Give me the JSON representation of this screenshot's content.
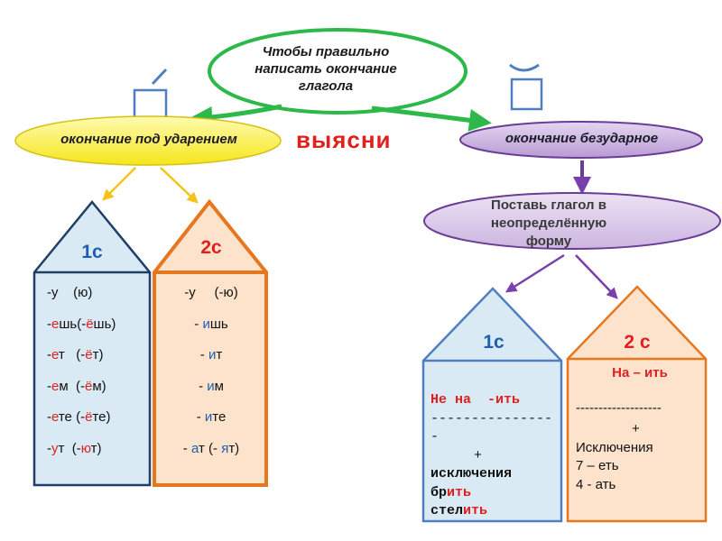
{
  "top_question": [
    "Чтобы правильно",
    "написать окончание",
    "глагола"
  ],
  "left_branch": {
    "label": "окончание под ударением"
  },
  "right_branch": {
    "label": "окончание безударное"
  },
  "center_word": "выясни",
  "step": [
    "Поставь глагол в",
    "неопределённую",
    "форму"
  ],
  "stressed": {
    "c1": {
      "title": "1с",
      "rows": [
        {
          "a": "-у",
          "b": "  (ю)"
        },
        {
          "a": "-ешь",
          "b": "(-ёшь)"
        },
        {
          "a": "-ет",
          "b": "  (-ёт)"
        },
        {
          "a": "-ем",
          "b": "  (-ём)"
        },
        {
          "a": "-ете",
          "b": " (-ёте)"
        },
        {
          "a": "-ут",
          "b": "  (-ют)"
        }
      ]
    },
    "c2": {
      "title": "2с",
      "rows": [
        {
          "a": "-у",
          "b": "   (-ю)"
        },
        {
          "a": "- ишь",
          "b": ""
        },
        {
          "a": "- ит",
          "b": ""
        },
        {
          "a": "- им",
          "b": ""
        },
        {
          "a": "- ите",
          "b": ""
        },
        {
          "a": "- ат",
          "b": "(- ят)"
        }
      ]
    }
  },
  "unstressed": {
    "c1": {
      "title": "1с",
      "rule": "Не на  -ить",
      "dashes": "----------------",
      "plus": "+",
      "exceptions": "исключения",
      "ex1": "брить",
      "ex2": "стелить"
    },
    "c2": {
      "title": "2 с",
      "rule": "На – ить",
      "dashes": "-------------------",
      "plus": "+",
      "exceptions": "Исключения",
      "ex1": "7 – еть",
      "ex2": "4 - ать"
    }
  },
  "colors": {
    "green": "#2db84a",
    "yellow": "#f5e61a",
    "purple": "#6a3d96",
    "blue": "#4f7fc0",
    "orange": "#e6771e",
    "red": "#e02020",
    "house1_fill": "#d9eaf4",
    "house2_fill": "#fde3cc"
  }
}
